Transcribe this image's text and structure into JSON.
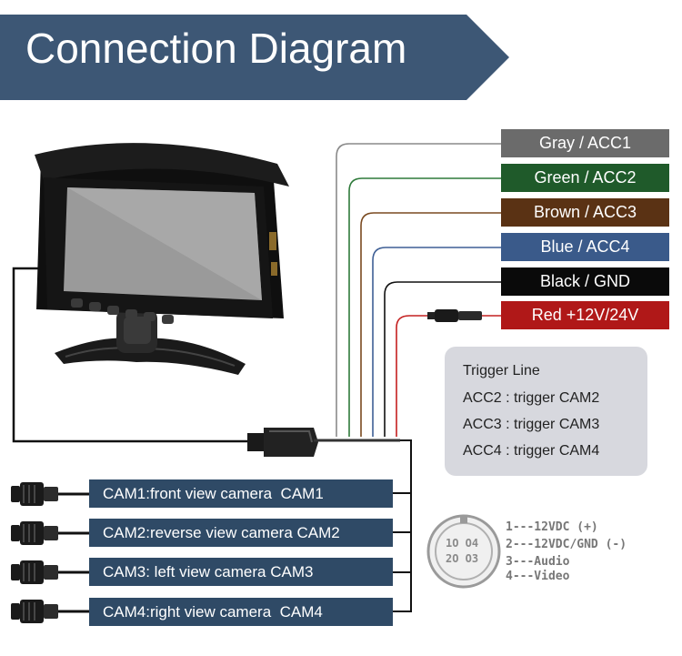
{
  "title": "Connection Diagram",
  "wires": [
    {
      "label": "Gray / ACC1",
      "color": "#6b6b6b",
      "wire_color": "#8a8a8a"
    },
    {
      "label": "Green / ACC2",
      "color": "#1f5a2a",
      "wire_color": "#2e7a3a"
    },
    {
      "label": "Brown / ACC3",
      "color": "#5a3214",
      "wire_color": "#7a4a20"
    },
    {
      "label": "Blue / ACC4",
      "color": "#3a5a8a",
      "wire_color": "#3e5f95"
    },
    {
      "label": "Black / GND",
      "color": "#0a0a0a",
      "wire_color": "#111111"
    },
    {
      "label": "Red +12V/24V",
      "color": "#b01818",
      "wire_color": "#c42020"
    }
  ],
  "trigger": {
    "heading": "Trigger Line",
    "lines": [
      "ACC2 : trigger CAM2",
      "ACC3 : trigger CAM3",
      "ACC4 : trigger CAM4"
    ]
  },
  "cameras": [
    "CAM1:front view camera  CAM1",
    "CAM2:reverse view camera CAM2",
    "CAM3: left view camera CAM3",
    "CAM4:right view camera  CAM4"
  ],
  "connector": {
    "pins": [
      "1O O4",
      "2O O3"
    ],
    "legend": [
      "1---12VDC (+)",
      "2---12VDC/GND (-)",
      "3---Audio",
      "4---Video"
    ]
  },
  "colors": {
    "banner": "#3d5775",
    "cam_label": "#2f4a66",
    "trigger_box": "#d7d8de"
  },
  "icons": [
    "monitor-icon",
    "camera-plug-icon",
    "aviation-connector-icon"
  ]
}
